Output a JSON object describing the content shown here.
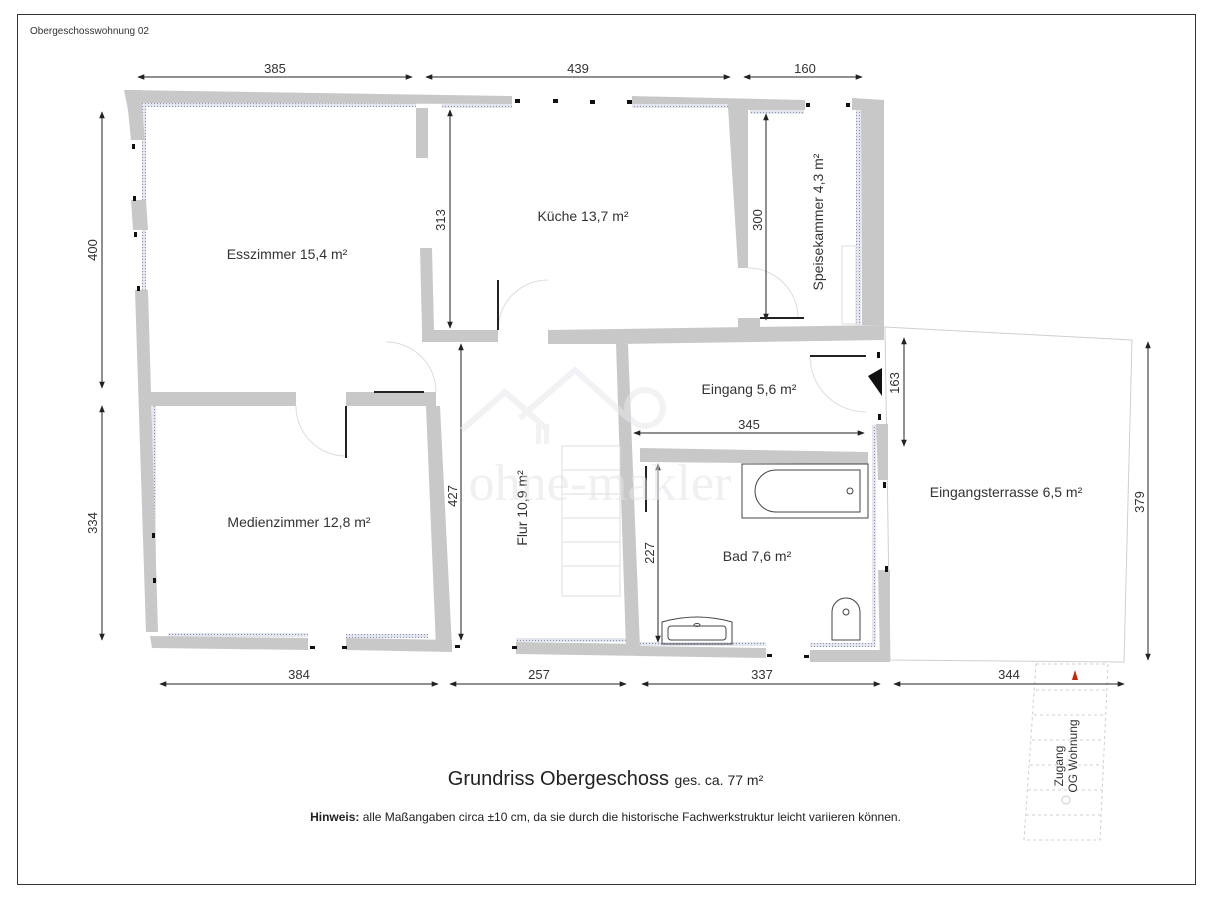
{
  "document": {
    "title": "Obergeschosswohnung 02",
    "caption_main": "Grundriss Obergeschoss",
    "caption_sub": "ges. ca. 77 m²",
    "note_label": "Hinweis:",
    "note_text": " alle Maßangaben circa ±10 cm, da sie durch die historische Fachwerkstruktur leicht variieren können.",
    "watermark": "ohne-makler"
  },
  "rooms": [
    {
      "name": "Esszimmer",
      "area": "15,4 m²",
      "label": "Esszimmer 15,4 m²"
    },
    {
      "name": "Küche",
      "area": "13,7 m²",
      "label": "Küche 13,7 m²"
    },
    {
      "name": "Speisekammer",
      "area": "4,3 m²",
      "label": "Speisekammer 4,3 m²"
    },
    {
      "name": "Medienzimmer",
      "area": "12,8 m²",
      "label": "Medienzimmer 12,8 m²"
    },
    {
      "name": "Flur",
      "area": "10,9 m²",
      "label": "Flur 10,9 m²"
    },
    {
      "name": "Eingang",
      "area": "5,6 m²",
      "label": "Eingang 5,6 m²"
    },
    {
      "name": "Bad",
      "area": "7,6 m²",
      "label": "Bad 7,6 m²"
    },
    {
      "name": "Eingangsterrasse",
      "area": "6,5 m²",
      "label": "Eingangsterrasse 6,5 m²"
    }
  ],
  "dimensions": {
    "top": [
      "385",
      "439",
      "160"
    ],
    "bottom": [
      "384",
      "257",
      "337",
      "344"
    ],
    "left": [
      "400",
      "334"
    ],
    "inner": {
      "kueche_height": "313",
      "speisekammer_height": "300",
      "flur_height": "427",
      "eingang_width": "345",
      "eingang_height": "163",
      "bad_height": "227",
      "terrasse_height": "379"
    }
  },
  "access": {
    "label_line1": "Zugang",
    "label_line2": "OG Wohnung"
  },
  "colors": {
    "wall": "#c8c8c8",
    "dim_line": "#222222",
    "marker_red": "#cc2200",
    "frame": "#333333"
  }
}
